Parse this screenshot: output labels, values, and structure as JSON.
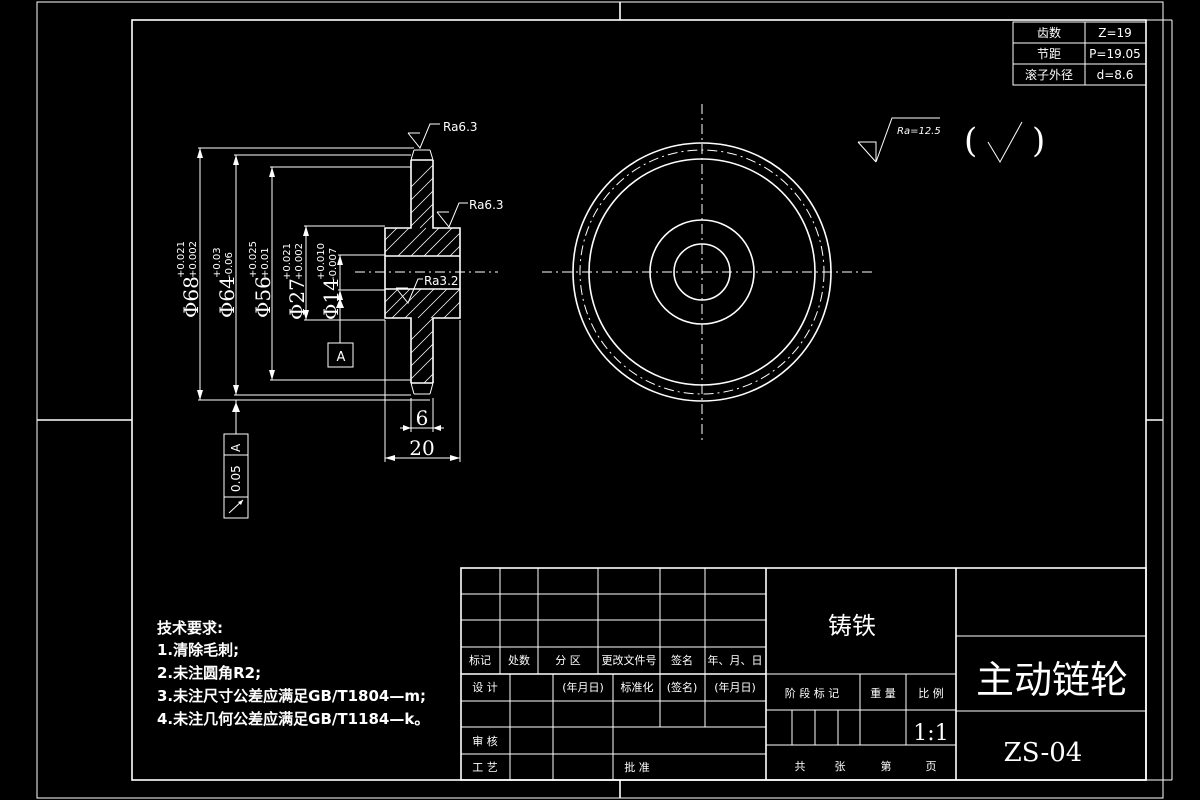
{
  "params_table": {
    "rows": [
      {
        "label": "齿数",
        "value": "Z=19"
      },
      {
        "label": "节距",
        "value": "P=19.05"
      },
      {
        "label": "滚子外径",
        "value": "d=8.6"
      }
    ]
  },
  "roughness": {
    "top": "Ra6.3",
    "hub": "Ra6.3",
    "bore": "Ra3.2",
    "general": "Ra=12.5",
    "rest_symbol": "(  )"
  },
  "dimensions": {
    "d68": "Φ68",
    "d68_tol_upper": "+0.021",
    "d68_tol_lower": "+0.002",
    "d64": "Φ64",
    "d64_tol_upper": "+0.03",
    "d64_tol_lower": "-0.06",
    "d56": "Φ56",
    "d56_tol_upper": "+0.025",
    "d56_tol_lower": "+0.01",
    "d27": "Φ27",
    "d27_tol_upper": "+0.021",
    "d27_tol_lower": "+0.002",
    "d14": "Φ14",
    "d14_tol_upper": "+0.010",
    "d14_tol_lower": "-0.007",
    "width_6": "6",
    "width_20": "20"
  },
  "datum": {
    "label": "A"
  },
  "tolerance_frame": {
    "value": "0.05",
    "datum": "A"
  },
  "tech_requirements": {
    "title": "技术要求:",
    "items": [
      "1.清除毛刺;",
      "2.未注圆角R2;",
      "3.未注尺寸公差应满足GB/T1804—m;",
      "4.未注几何公差应满足GB/T1184—k。"
    ]
  },
  "title_block": {
    "material": "铸铁",
    "part_name": "主动链轮",
    "drawing_no": "ZS-04",
    "scale": "1:1",
    "headers": {
      "mark": "标记",
      "count": "处数",
      "zone": "分 区",
      "doc": "更改文件号",
      "sign": "签名",
      "date": "年、月、日"
    },
    "design": "设 计",
    "date_paren": "(年月日)",
    "standardize": "标准化",
    "sign_paren": "(签名)",
    "date_paren2": "(年月日)",
    "stage_mark": "阶 段 标 记",
    "weight": "重 量",
    "ratio": "比 例",
    "review": "审 核",
    "process": "工 艺",
    "approve": "批 准",
    "total": "共",
    "sheets": "张",
    "sheet_no": "第",
    "page": "页"
  }
}
